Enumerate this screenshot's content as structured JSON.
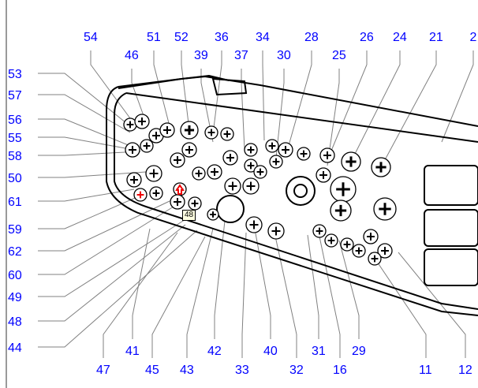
{
  "diagram": {
    "title": "Connector pinout",
    "label_color": "#0000ff",
    "top_labels": [
      "54",
      "51",
      "52",
      "36",
      "34",
      "28",
      "26",
      "24",
      "21",
      "2",
      "46",
      "39",
      "37",
      "30",
      "25"
    ],
    "left_labels": [
      "53",
      "57",
      "56",
      "55",
      "58",
      "50",
      "61",
      "59",
      "62",
      "60",
      "49",
      "48",
      "44"
    ],
    "bottom_labels": [
      "41",
      "42",
      "40",
      "31",
      "29",
      "47",
      "45",
      "43",
      "33",
      "32",
      "16",
      "11",
      "12"
    ],
    "tooltip": "48"
  }
}
